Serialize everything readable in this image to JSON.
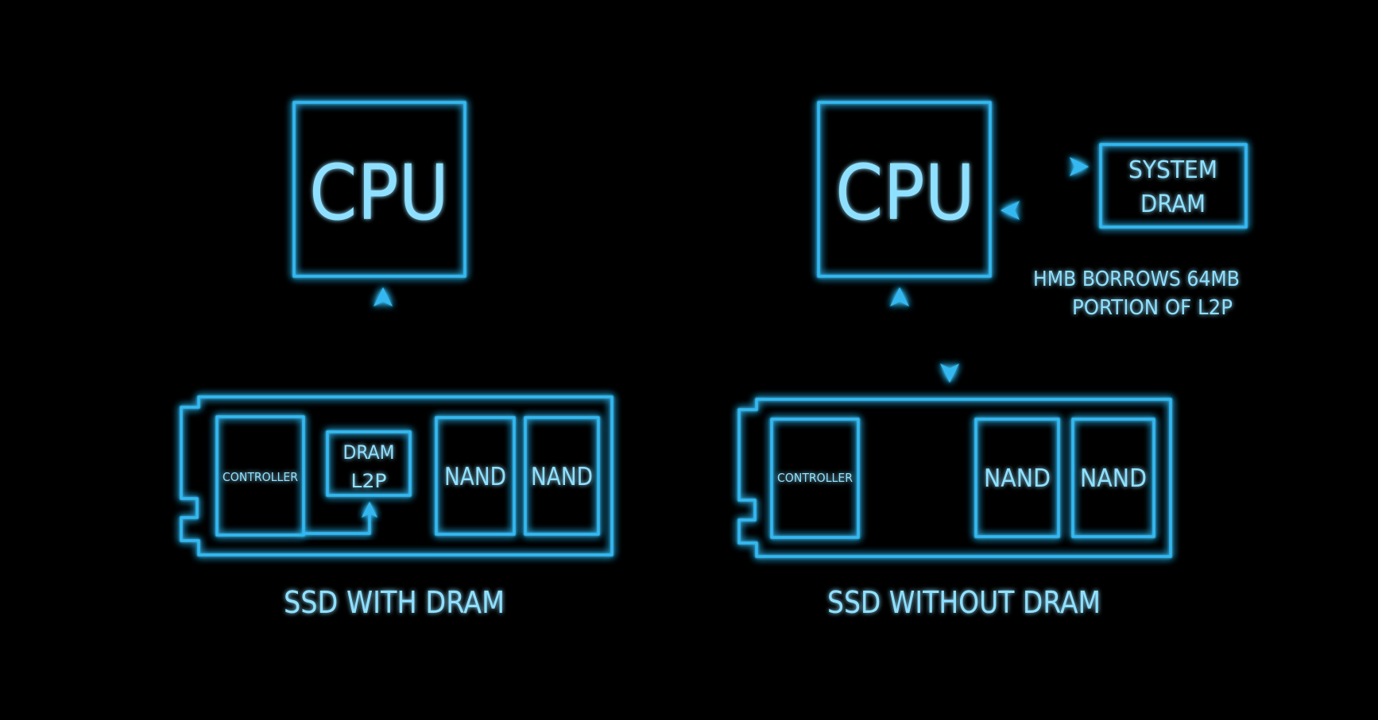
{
  "colors": {
    "background": "#000000",
    "neon": "#36b8f0",
    "text": "#8fe0ff"
  },
  "left": {
    "cpu_label": "CPU",
    "controller_label": "CONTROLLER",
    "dram_line1": "DRAM",
    "dram_line2": "L2P",
    "nand1_label": "NAND",
    "nand2_label": "NAND",
    "caption": "SSD WITH DRAM"
  },
  "right": {
    "cpu_label": "CPU",
    "system_dram_line1": "SYSTEM",
    "system_dram_line2": "DRAM",
    "hmb_note_line1": "HMB BORROWS 64MB",
    "hmb_note_line2": "PORTION OF L2P",
    "controller_label": "CONTROLLER",
    "nand1_label": "NAND",
    "nand2_label": "NAND",
    "caption": "SSD WITHOUT DRAM"
  }
}
